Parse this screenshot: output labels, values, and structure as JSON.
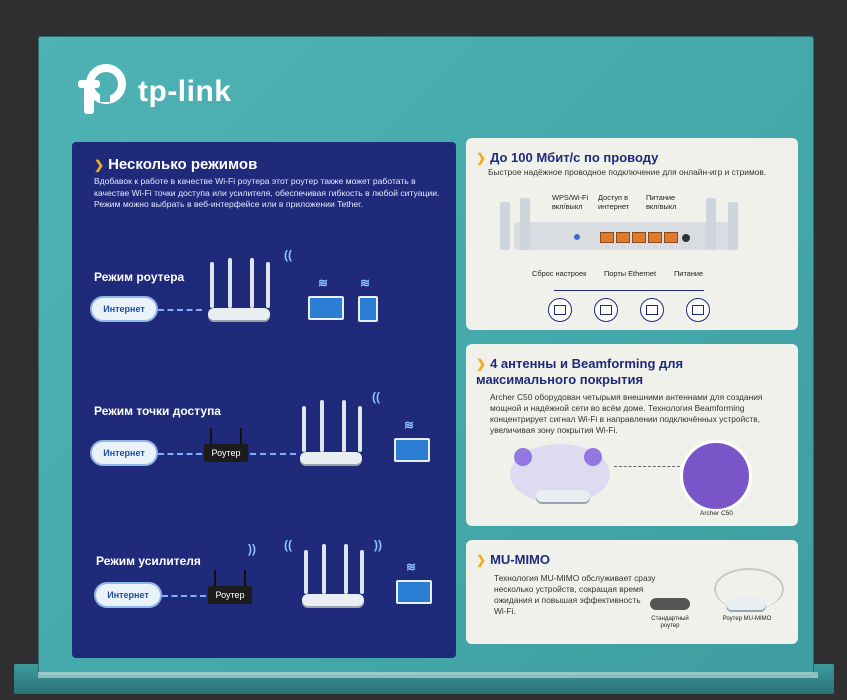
{
  "brand": {
    "name": "tp-link"
  },
  "modes_panel": {
    "title": "Несколько режимов",
    "description": "Вдобавок к работе в качестве Wi‑Fi роутера этот роутер также может работать в качестве Wi‑Fi точки доступа или усилителя, обеспечивая гибкость в любой ситуации. Режим можно выбрать в веб‑интерфейсе или в приложении Tether.",
    "router_mode": "Режим роутера",
    "ap_mode": "Режим точки доступа",
    "extender_mode": "Режим усилителя",
    "internet": "Интернет",
    "router": "Роутер"
  },
  "speed_card": {
    "title": "До 100 Мбит/с по проводу",
    "description": "Быстрое надёжное проводное подключение для онлайн‑игр и стримов.",
    "labels": {
      "wps": "WPS/Wi‑Fi\nвкл/выкл",
      "internet_access": "Доступ в\nинтернет",
      "power_switch": "Питание\nвкл/выкл",
      "reset": "Сброс настроек",
      "ethernet_ports": "Порты Ethernet",
      "power": "Питание"
    }
  },
  "antenna_card": {
    "title": "4 антенны и Beamforming для максимального покрытия",
    "description": "Archer C50 оборудован четырьмя внешними антеннами для создания мощной и надёжной сети во всём доме. Технология Beamforming концентрирует сигнал Wi‑Fi в направлении подключённых устройств, увеличивая зону покрытия Wi‑Fi.",
    "caption": "Archer C50"
  },
  "mumimo_card": {
    "title": "MU‑MIMO",
    "description": "Технология MU‑MIMO обслуживает сразу несколько устройств, сокращая время ожидания и повышая эффективность Wi‑Fi.",
    "standard": "Стандартный роутер",
    "mumimo_router": "Роутер MU‑MIMO"
  },
  "colors": {
    "box": "#4fb3b5",
    "panel": "#1f2a7a",
    "accent": "#f5a623",
    "card": "#f1f1ec"
  }
}
